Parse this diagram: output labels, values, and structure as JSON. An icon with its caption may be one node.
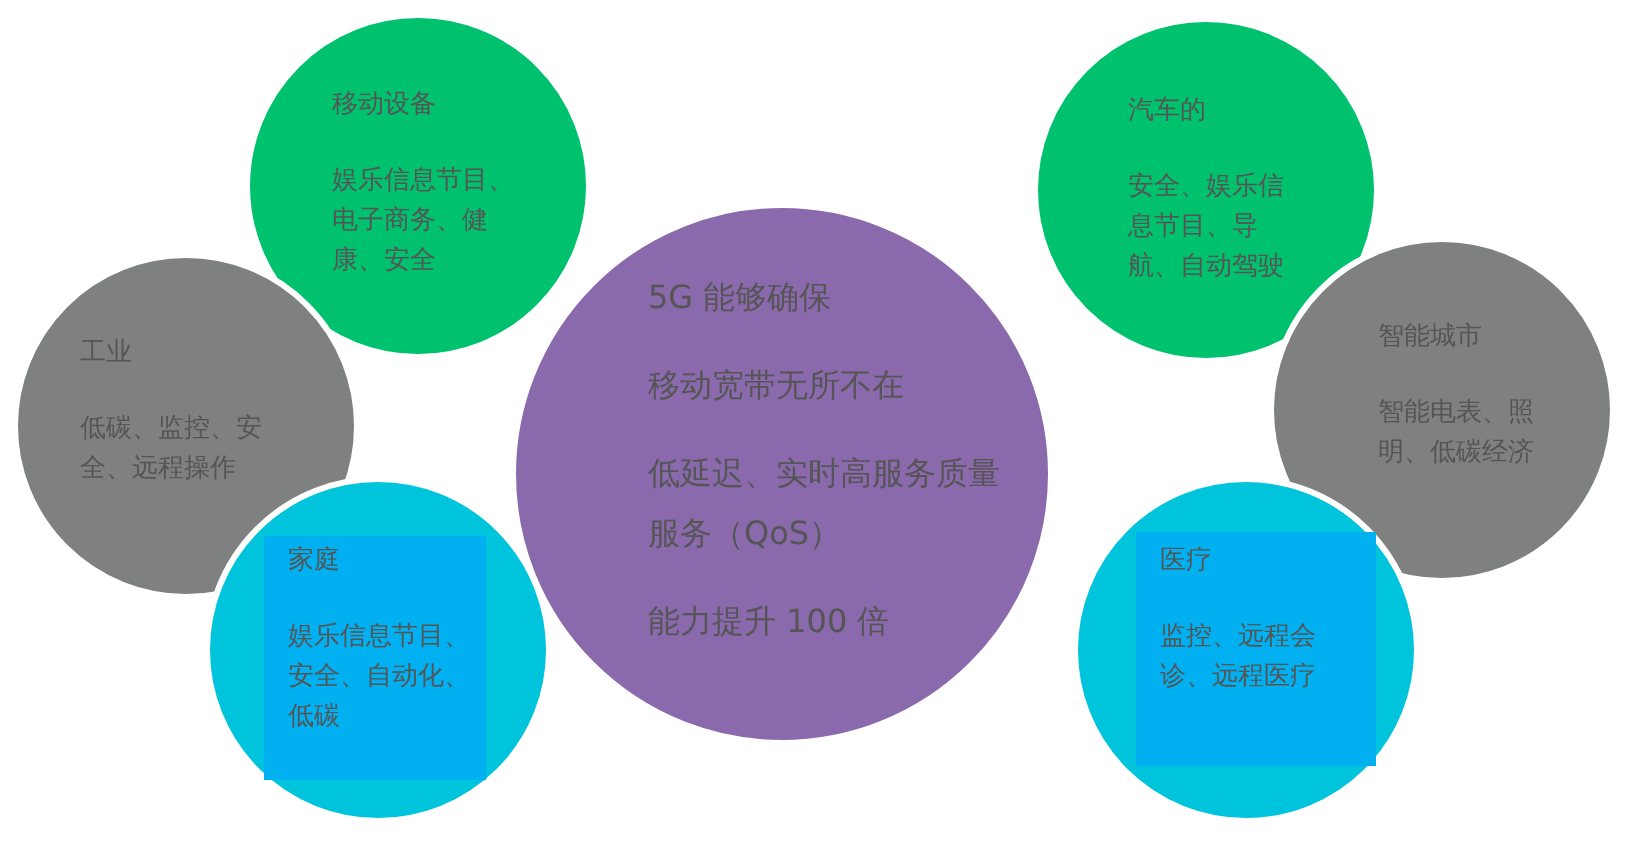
{
  "diagram": {
    "nodes": [
      {
        "text": [
          "移动设备",
          "娱乐信息节目、电子商务、健康、安全"
        ]
      },
      {
        "text": [
          "汽车的",
          "安全、娱乐信息节目、导航、自动驾驶"
        ]
      },
      {
        "text": [
          "工业",
          "低碳、监控、安全、远程操作"
        ]
      },
      {
        "text": [
          "5G 能够确保",
          "移动宽带无所不在",
          "低延迟、实时高服务质量服务（QoS）",
          "能力提升 100 倍"
        ]
      },
      {
        "text": [
          "智能城市",
          "智能电表、照明、低碳经济"
        ]
      },
      {
        "text": [],
        "shape": "circle"
      },
      {
        "text": [
          "家庭",
          "娱乐信息节目、安全、自动化、低碳"
        ],
        "in": 5
      },
      {
        "text": [],
        "shape": "circle"
      },
      {
        "text": [
          "医疗",
          "监控、远程会诊、远程医疗"
        ],
        "in": 7
      }
    ]
  }
}
